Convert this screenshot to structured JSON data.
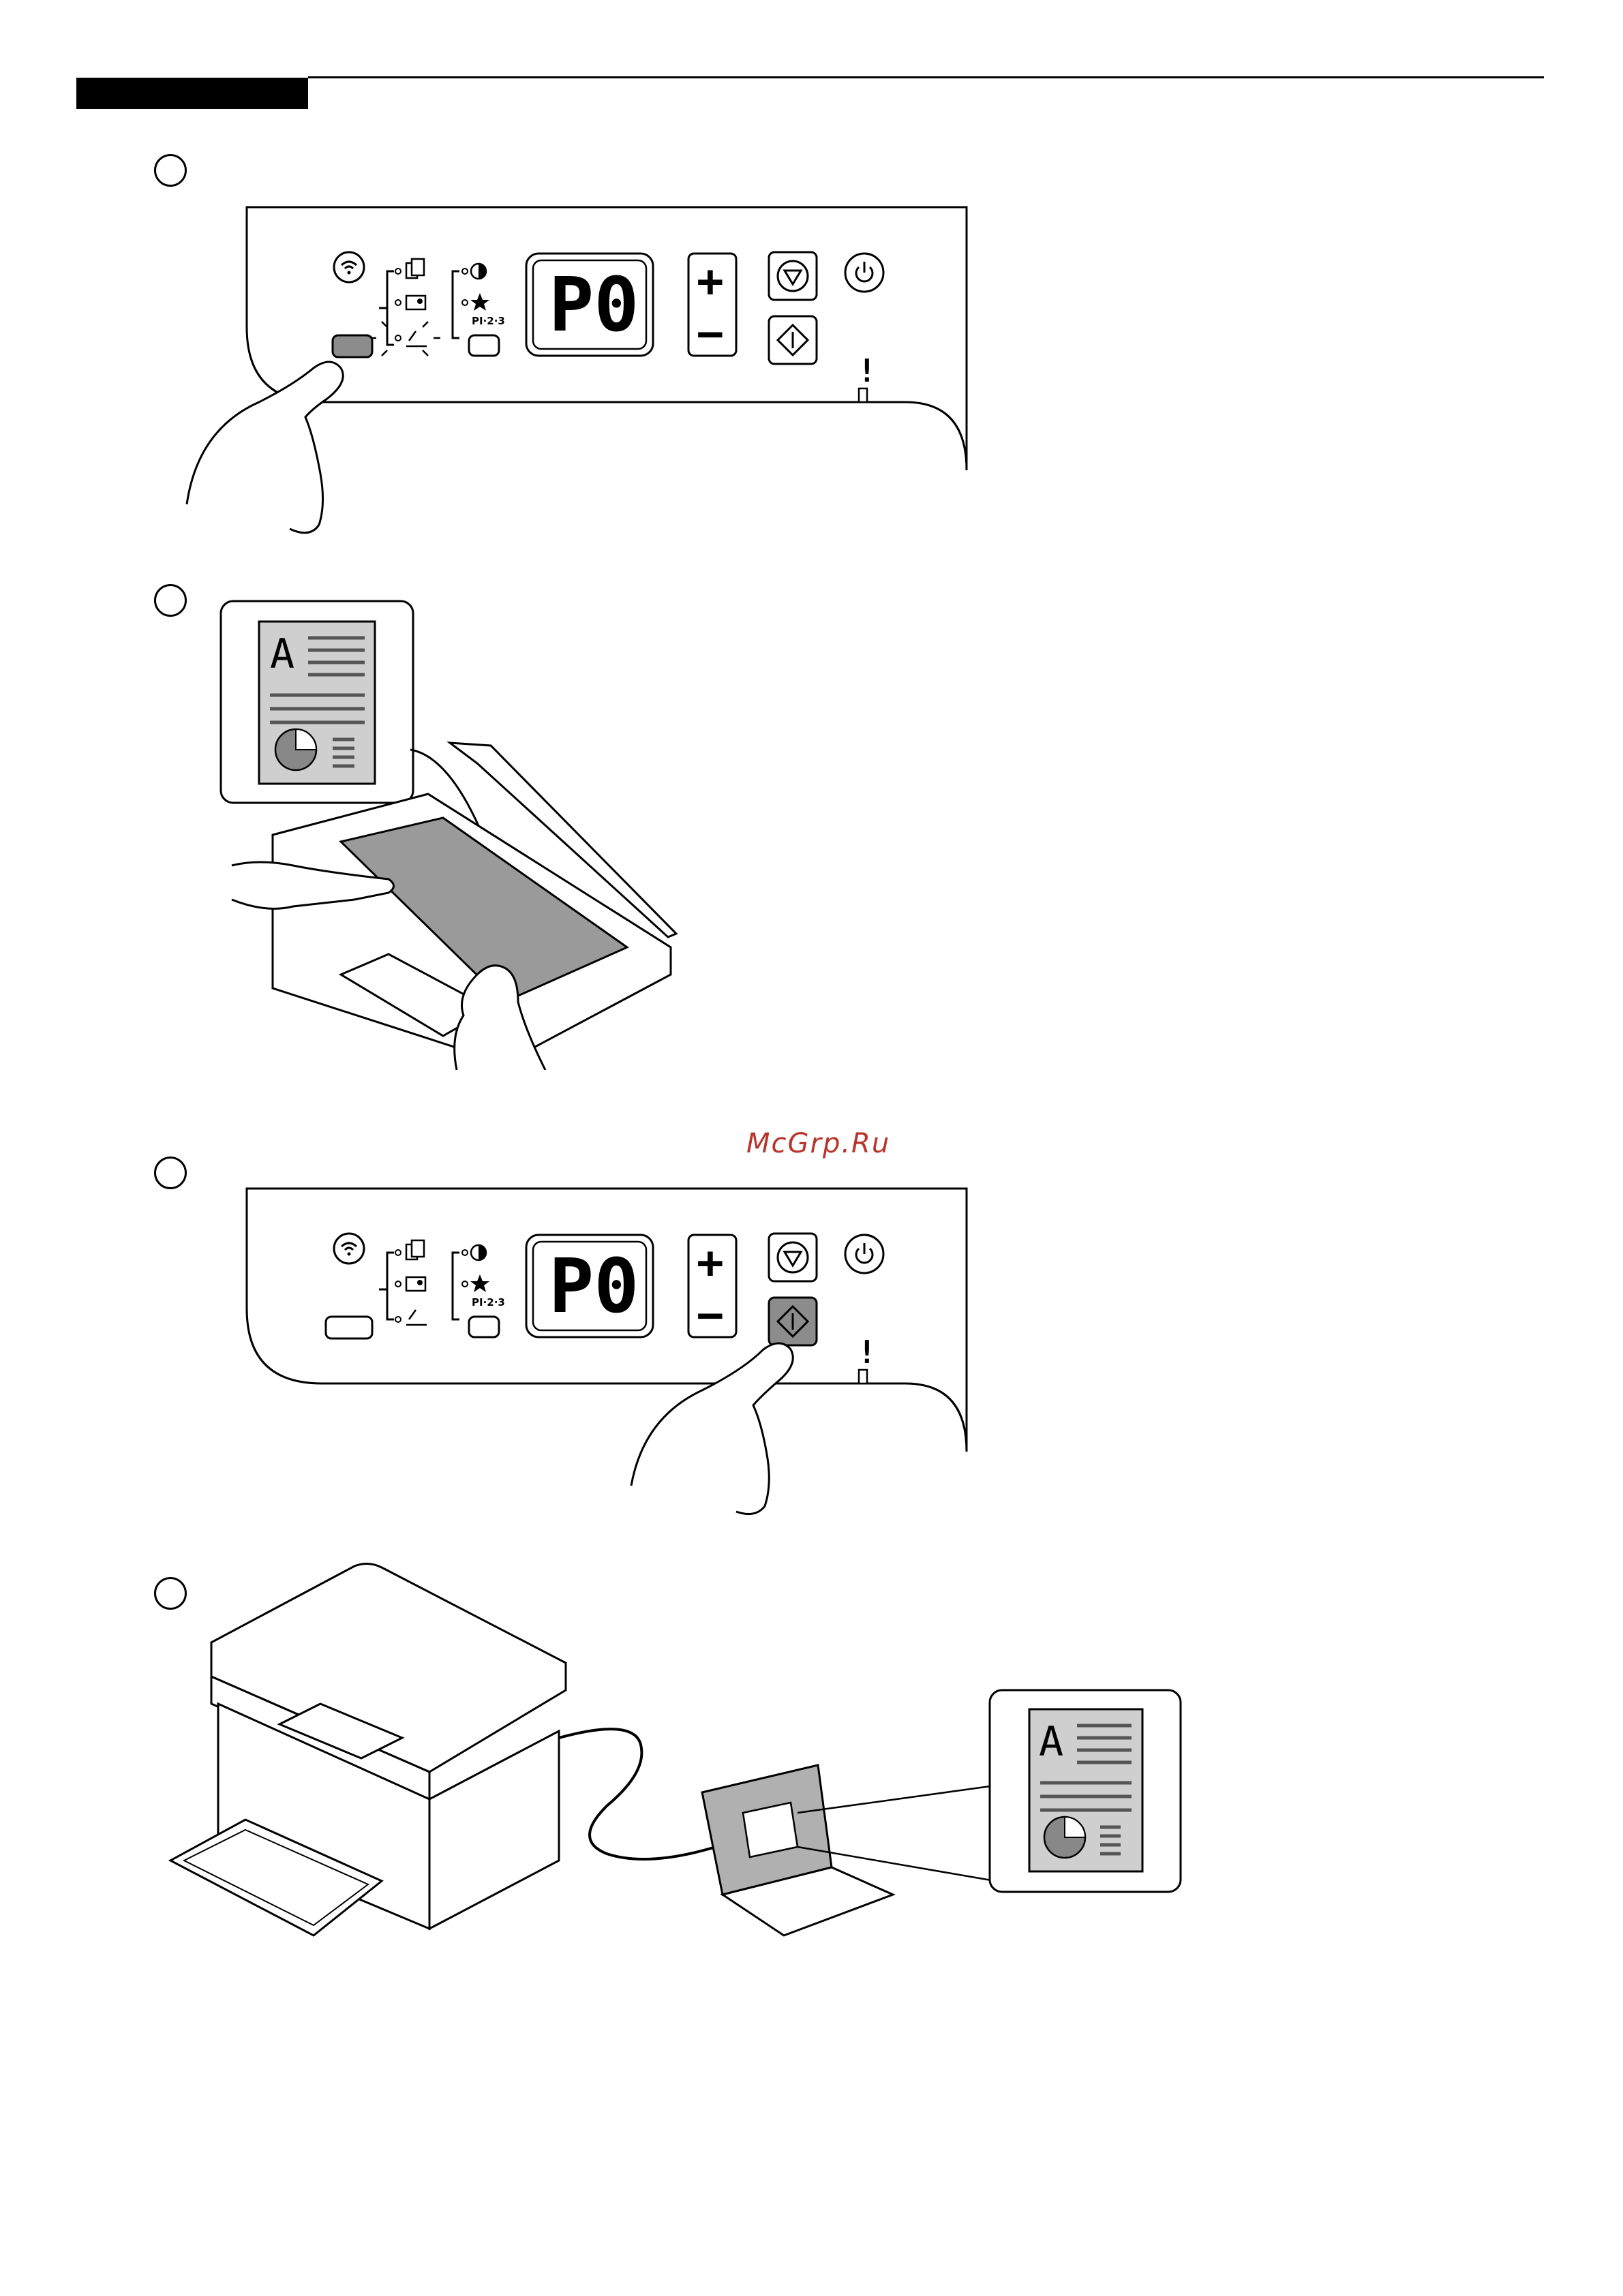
{
  "watermark": "McGrp.Ru",
  "panel": {
    "display_text": "P0",
    "pi_label": "PI·2·3",
    "plus_symbol": "+",
    "minus_symbol": "−",
    "alert_symbol": "!"
  },
  "document_icon": {
    "letter": "A"
  },
  "colors": {
    "ink": "#000000",
    "panel_fill": "#ffffff",
    "pressed_button": "#8c8c8c",
    "document_fill": "#cfcfcf",
    "watermark": "#b8352b"
  },
  "steps": [
    {
      "figure": "control-panel-press-mode-button"
    },
    {
      "figure": "place-original-on-platen"
    },
    {
      "figure": "control-panel-press-start-button"
    },
    {
      "figure": "printer-connected-to-laptop-scanned-result"
    }
  ]
}
